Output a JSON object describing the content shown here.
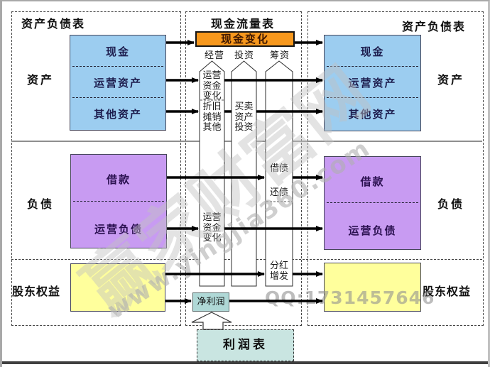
{
  "watermarks": {
    "brand": "赢家财富网",
    "site": "www.yingjia360.com",
    "qq": "QQ:1731457646"
  },
  "balance_sheet_left": {
    "title": "资产负债表",
    "assets_label": "资产",
    "asset_rows": [
      "现金",
      "运营资产",
      "其他资产"
    ],
    "liabilities_label": "负债",
    "liability_rows": [
      "借款",
      "运营负债"
    ],
    "equity_label": "股东权益"
  },
  "balance_sheet_right": {
    "title": "资产负债表",
    "assets_label": "资产",
    "asset_rows": [
      "现金",
      "运营资产",
      "其他资产"
    ],
    "liabilities_label": "负债",
    "liability_rows": [
      "借款",
      "运营负债"
    ],
    "equity_label": "股东权益"
  },
  "cash_flow": {
    "title": "现金流量表",
    "cash_change_label": "现金变化",
    "column_headers": [
      "经营",
      "投资",
      "筹资"
    ],
    "operating_working_capital_top": "运营\n资金\n变化",
    "operating_depreciation": "折旧\n摊销\n其他",
    "investing_trading_assets": "买卖\n资产\n投资",
    "financing_debt": "借债\n还债",
    "operating_working_capital_lower": "运营\n资金\n变化",
    "financing_dividend": "分红\n增发",
    "net_profit_label": "净利润"
  },
  "income_statement": {
    "title": "利润表"
  },
  "colors": {
    "asset_fill": "#9CCDF0",
    "liability_fill": "#C89BF2",
    "equity_fill": "#FFFF9C",
    "cash_change_fill": "#F7981D",
    "net_profit_fill": "#AFD8D6",
    "income_statement_fill": "#C9E5E1"
  }
}
